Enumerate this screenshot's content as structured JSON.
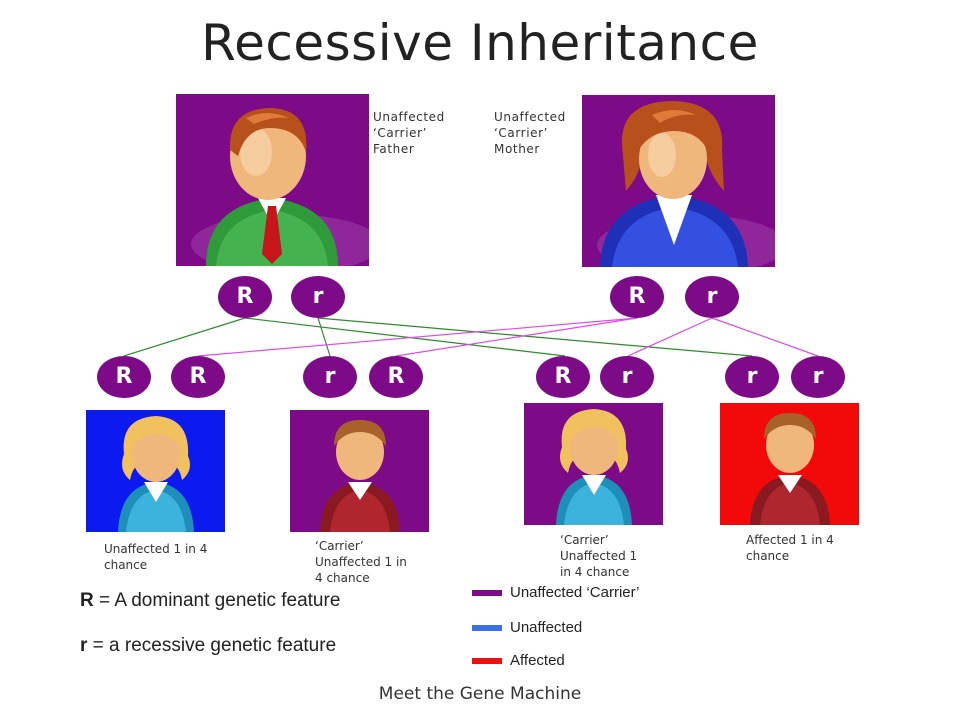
{
  "title": "Recessive Inheritance",
  "parents": {
    "father": {
      "caption": [
        "Unaffected",
        "‘Carrier’",
        "Father"
      ],
      "bg": "#7d0a87",
      "suit": "green",
      "alleles": [
        "R",
        "r"
      ]
    },
    "mother": {
      "caption": [
        "Unaffected",
        "‘Carrier’",
        "Mother"
      ],
      "bg": "#7d0a87",
      "suit": "blue",
      "alleles": [
        "R",
        "r"
      ]
    }
  },
  "children": [
    {
      "alleles": [
        "R",
        "R"
      ],
      "bg": "#0c1af0",
      "shirt": "blue",
      "caption": [
        "Unaffected  1 in 4",
        "chance"
      ]
    },
    {
      "alleles": [
        "r",
        "R"
      ],
      "bg": "#7d0a87",
      "shirt": "red",
      "caption": [
        "‘Carrier’",
        "Unaffected 1 in",
        "4 chance"
      ]
    },
    {
      "alleles": [
        "R",
        "r"
      ],
      "bg": "#7d0a87",
      "shirt": "blue",
      "caption": [
        "‘Carrier’",
        "Unaffected 1",
        "in 4 chance"
      ]
    },
    {
      "alleles": [
        "r",
        "r"
      ],
      "bg": "#f20a0a",
      "shirt": "red",
      "caption": [
        "Affected 1 in 4",
        "chance"
      ]
    }
  ],
  "definitions": {
    "dominant_symbol": "R",
    "dominant_text": " = A dominant genetic feature",
    "recessive_symbol": "r",
    "recessive_text": " = a recessive genetic feature"
  },
  "legend": [
    {
      "label": "Unaffected ‘Carrier’",
      "color": "#7d0a87"
    },
    {
      "label": "Unaffected",
      "color": "#3a6fe8"
    },
    {
      "label": "Affected",
      "color": "#ec1010"
    }
  ],
  "colors": {
    "allele_circle": "#7d0a87",
    "father_lines": "#2e8b2e",
    "mother_lines": "#e04ae8"
  },
  "footer": "Meet the Gene Machine"
}
